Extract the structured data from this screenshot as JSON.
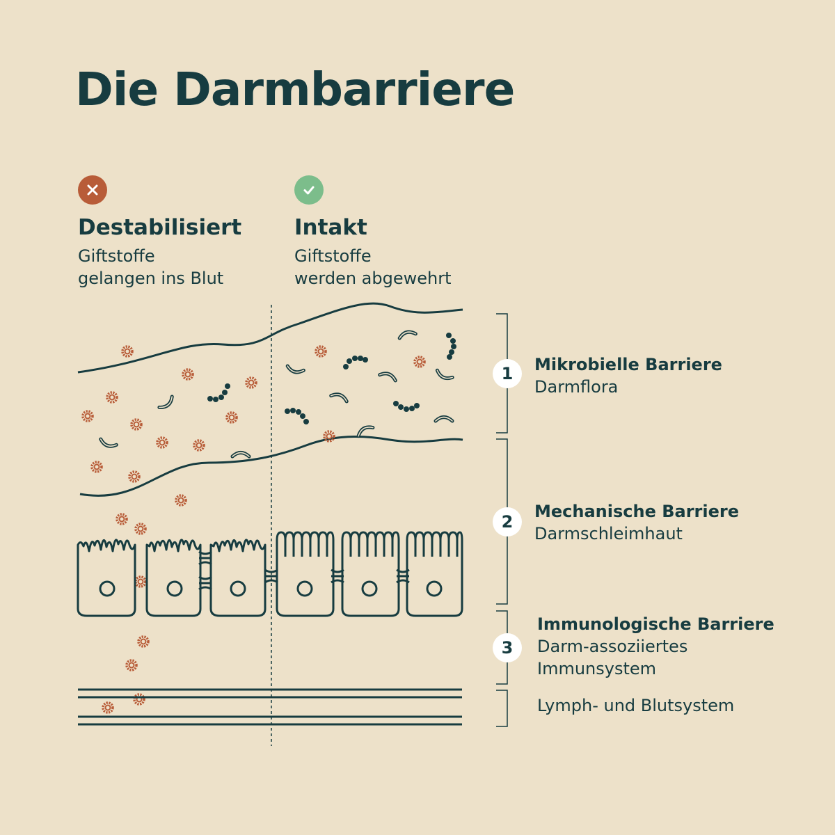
{
  "title": "Die Darmbarriere",
  "colors": {
    "background": "#ede1c9",
    "ink": "#173c40",
    "toxin": "#b85c38",
    "destabilized": "#b85c38",
    "intact": "#7cbd8b"
  },
  "states": [
    {
      "icon": "x-icon",
      "heading": "Destabilisiert",
      "desc_line1": "Giftstoffe",
      "desc_line2": "gelangen ins Blut"
    },
    {
      "icon": "check-icon",
      "heading": "Intakt",
      "desc_line1": "Giftstoffe",
      "desc_line2": "werden abgewehrt"
    }
  ],
  "barriers": [
    {
      "number": "1",
      "title": "Mikrobielle Barriere",
      "sub_line1": "Darmflora",
      "sub_line2": ""
    },
    {
      "number": "2",
      "title": "Mechanische Barriere",
      "sub_line1": "Darmschleimhaut",
      "sub_line2": ""
    },
    {
      "number": "3",
      "title": "Immunologische Barriere",
      "sub_line1": "Darm-assoziiertes",
      "sub_line2": "Immunsystem"
    }
  ],
  "lymph_label": "Lymph- und Blutsystem"
}
